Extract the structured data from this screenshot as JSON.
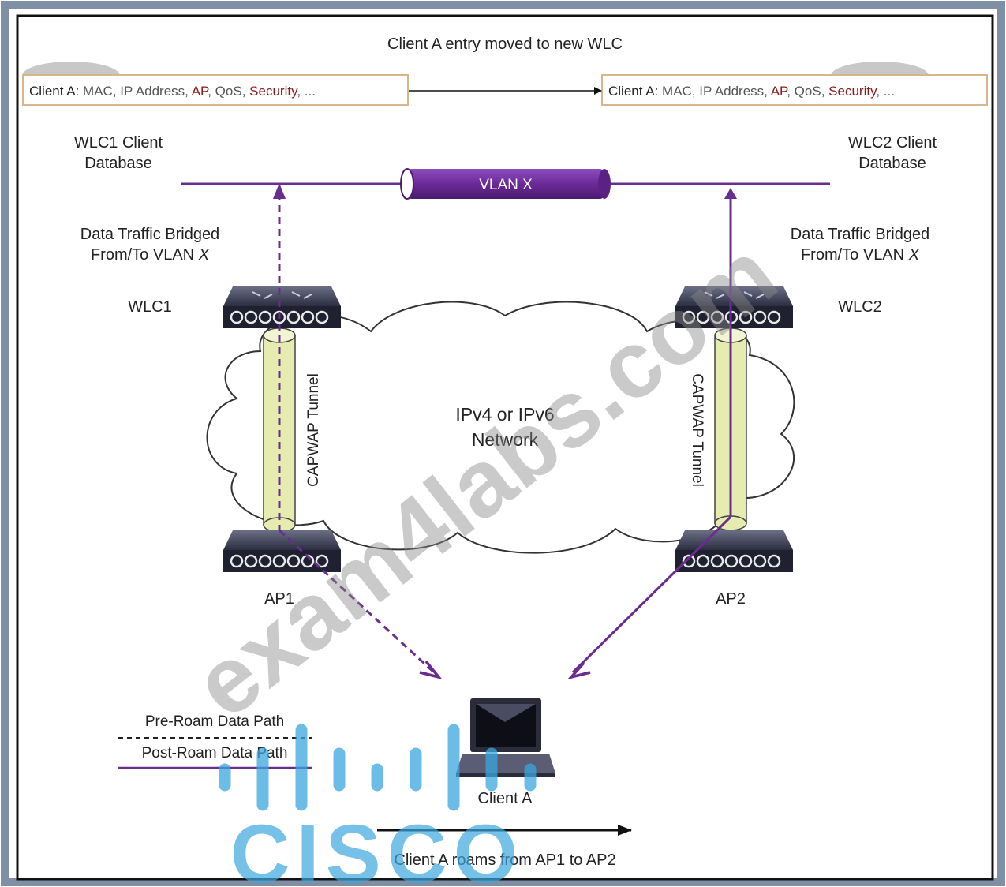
{
  "title": "Client A entry moved to new WLC",
  "wlc1_db": {
    "prefix": "Client A:",
    "mac_ip": "MAC, IP Address,",
    "ap": "AP",
    "sep1": ",",
    "qos": "QoS,",
    "security": "Security",
    "ellipsis": ", ..."
  },
  "wlc2_db": {
    "prefix": "Client A:",
    "mac_ip": "MAC, IP Address,",
    "ap": "AP",
    "sep1": ",",
    "qos": "QoS,",
    "security": "Security",
    "ellipsis": ", ..."
  },
  "labels": {
    "wlc1_db_line1": "WLC1 Client",
    "wlc1_db_line2": "Database",
    "wlc2_db_line1": "WLC2 Client",
    "wlc2_db_line2": "Database",
    "vlan": "VLAN X",
    "bridged_left_line1": "Data Traffic Bridged",
    "bridged_left_line2": "From/To VLAN",
    "bridged_left_var": "X",
    "bridged_right_line1": "Data Traffic Bridged",
    "bridged_right_line2": "From/To VLAN",
    "bridged_right_var": "X",
    "wlc1": "WLC1",
    "wlc2": "WLC2",
    "tunnel_left": "CAPWAP Tunnel",
    "tunnel_right": "CAPWAP Tunnel",
    "network_line1": "IPv4 or IPv6",
    "network_line2": "Network",
    "ap1": "AP1",
    "ap2": "AP2",
    "client": "Client A",
    "roam": "Client A roams from AP1 to AP2"
  },
  "legend": {
    "pre_roam": "Pre-Roam Data Path",
    "post_roam": "Post-Roam Data Path"
  },
  "watermark": {
    "text": "exam4labs.com",
    "logo": "CISCO"
  },
  "colors": {
    "path": "#6a2c8f",
    "tunnel_fill": "#e6ecb0",
    "device": "#33364a",
    "db_accent": "#8b1a1a"
  }
}
